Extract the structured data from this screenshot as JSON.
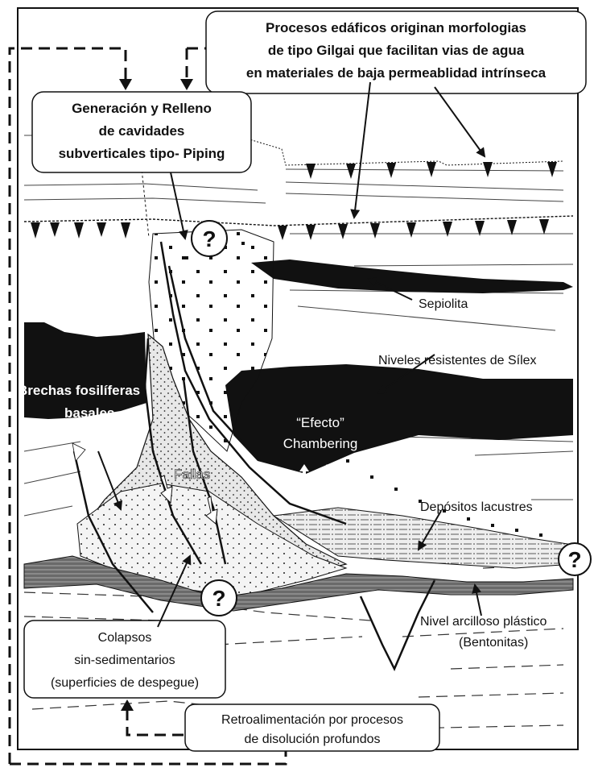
{
  "boxes": {
    "gilgai": [
      "Procesos edáficos originan morfologias",
      "de tipo Gilgai que facilitan vias de agua",
      "en materiales de baja permeablidad intrínseca"
    ],
    "piping": [
      "Generación y Relleno",
      "de cavidades",
      "subverticales tipo- Piping"
    ],
    "colapsos": [
      "Colapsos",
      "sin-sedimentarios",
      "(superficies de despegue)"
    ],
    "retro": [
      "Retroalimentación por procesos",
      "de disolución profundos"
    ]
  },
  "labels": {
    "sepiolita": "Sepiolita",
    "silex": "Niveles resistentes de Sílex",
    "brechas": [
      "Brechas fosilíferas",
      "basales"
    ],
    "efecto": [
      "“Efecto”",
      "Chambering"
    ],
    "fallas": "Fallas",
    "lacustres": "Depósitos lacustres",
    "arcilloso": [
      "Nivel arcilloso plástico",
      "(Bentonitas)"
    ],
    "question": "?"
  },
  "colors": {
    "ink": "#111111",
    "paper": "#ffffff",
    "fill_light": "#e6e6e6",
    "fill_dark": "#8a8a8a"
  }
}
